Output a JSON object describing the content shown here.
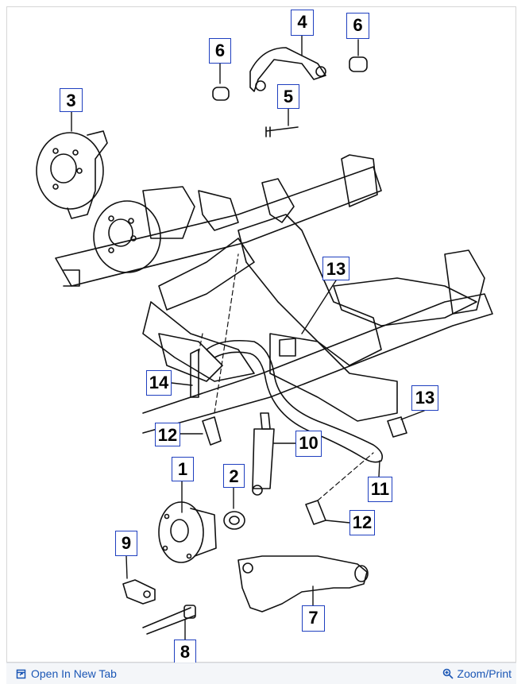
{
  "callouts": {
    "c1": "1",
    "c2": "2",
    "c3": "3",
    "c4": "4",
    "c5": "5",
    "c6a": "6",
    "c6b": "6",
    "c7": "7",
    "c8": "8",
    "c9": "9",
    "c10": "10",
    "c11": "11",
    "c12a": "12",
    "c12b": "12",
    "c13a": "13",
    "c13b": "13",
    "c14": "14"
  },
  "toolbar": {
    "open_tab_label": "Open In New Tab",
    "zoom_label": "Zoom/Print",
    "open_tab_icon": "open-in-new-tab-icon",
    "zoom_icon": "magnifier-icon",
    "link_color": "#1a56b5"
  }
}
